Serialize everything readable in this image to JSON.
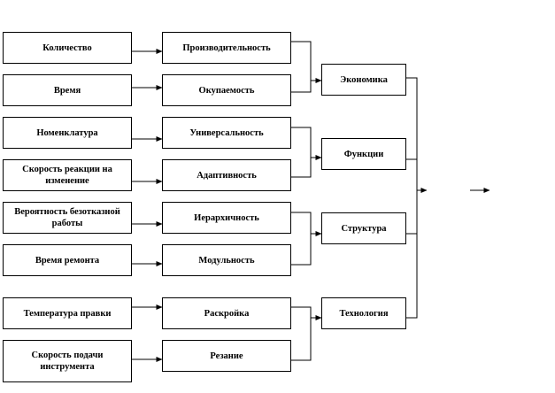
{
  "diagram": {
    "inputs": [
      "Количество",
      "Время",
      "Номенклатура",
      "Скорость реакции на изменение",
      "Вероятность безотказной работы",
      "Время ремонта",
      "Температура правки",
      "Скорость подачи инструмента"
    ],
    "criteria": [
      "Производительность",
      "Окупаемость",
      "Универсальность",
      "Адаптивность",
      "Иерархичность",
      "Модульность",
      "Раскройка",
      "Резание"
    ],
    "groups": [
      "Экономика",
      "Функции",
      "Структура",
      "Технология"
    ]
  },
  "colors": {
    "line": "#000000",
    "box_border": "#000000",
    "background": "#ffffff"
  }
}
